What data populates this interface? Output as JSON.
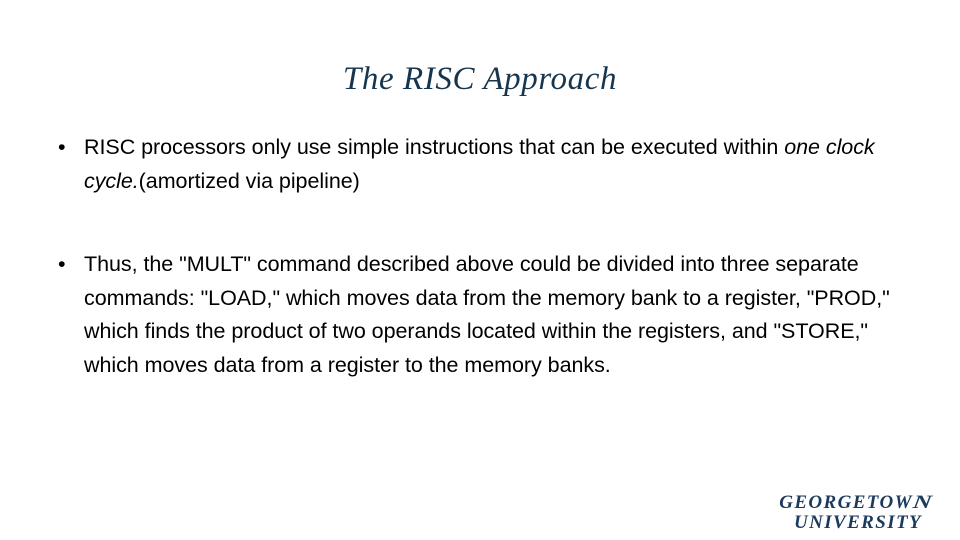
{
  "slide": {
    "title": "The RISC Approach",
    "title_color": "#16364f",
    "background_color": "#ffffff",
    "body_color": "#000000",
    "bullet_glyph": "•",
    "bullets": [
      {
        "marker": "•",
        "segments": [
          {
            "text": "RISC processors only use simple instructions that can be executed within ",
            "style": "normal"
          },
          {
            "text": "one clock cycle.",
            "style": "italic"
          },
          {
            "text": "(amortized via pipeline)",
            "style": "normal"
          }
        ],
        "plain_text": "RISC processors only use simple instructions that can be executed within one clock cycle.(amortized via pipeline)"
      },
      {
        "marker": "•",
        "segments": [
          {
            "text": "Thus, the \"MULT\" command described above could be divided into three separate commands: \"LOAD,\" which moves data from the memory bank to a register, \"PROD,\" which finds the product of two operands located within the registers, and \"STORE,\" which moves data from a register to the memory banks.",
            "style": "normal"
          }
        ],
        "plain_text": "Thus, the \"MULT\" command described above could be divided into three separate commands: \"LOAD,\" which moves data from the memory bank to a register, \"PROD,\" which finds the product of two operands located within the registers, and \"STORE,\" which moves data from a register to the memory banks."
      }
    ]
  },
  "logo": {
    "line1": "GEORGETOW",
    "line1_swash": "N",
    "line2": "UNIVERSITY",
    "color": "#1b3a5c"
  }
}
